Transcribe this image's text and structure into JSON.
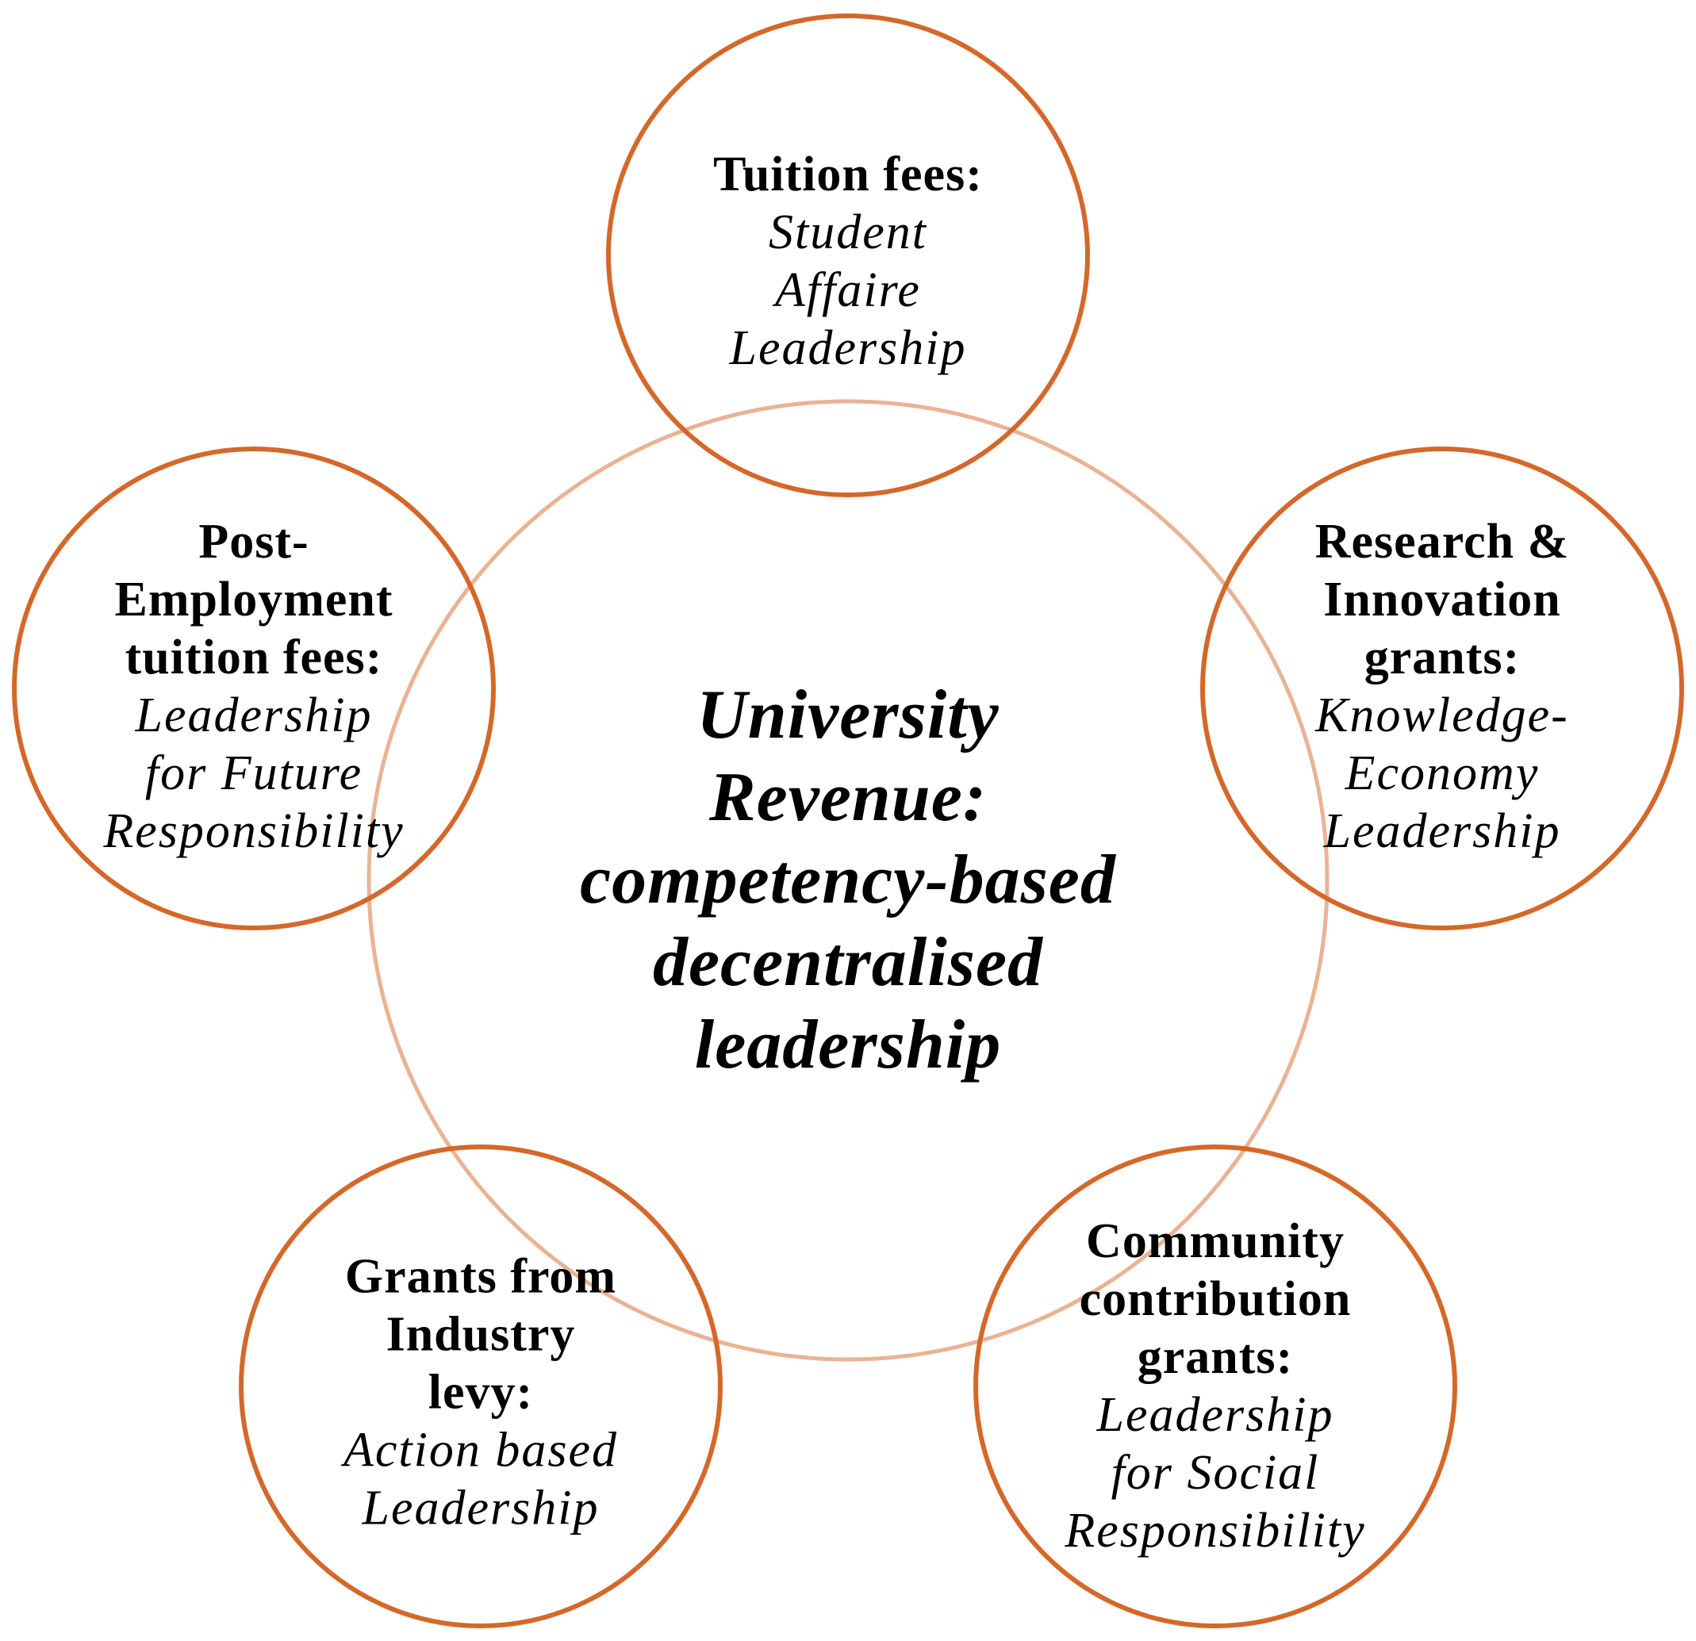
{
  "colors": {
    "circle_stroke": "#d4682a",
    "center_stroke": "#d4682a",
    "background": "#ffffff",
    "text": "#000000"
  },
  "center": {
    "lines": [
      "University",
      "Revenue:",
      "competency-based",
      "decentralised",
      "leadership"
    ]
  },
  "nodes": [
    {
      "id": "tuition-fees",
      "title_lines": [
        "Tuition fees:"
      ],
      "sub_lines": [
        "Student",
        "Affaire",
        "Leadership"
      ]
    },
    {
      "id": "research-innovation",
      "title_lines": [
        "Research &",
        "Innovation",
        "grants:"
      ],
      "sub_lines": [
        "Knowledge-",
        "Economy",
        "Leadership"
      ]
    },
    {
      "id": "community-contribution",
      "title_lines": [
        "Community",
        "contribution",
        "grants:"
      ],
      "sub_lines": [
        "Leadership",
        "for Social",
        "Responsibility"
      ]
    },
    {
      "id": "industry-levy",
      "title_lines": [
        "Grants from",
        "Industry",
        "levy:"
      ],
      "sub_lines": [
        "Action based",
        "Leadership"
      ]
    },
    {
      "id": "post-employment",
      "title_lines": [
        "Post-",
        "Employment",
        "tuition fees:"
      ],
      "sub_lines": [
        "Leadership",
        "for Future",
        "Responsibility"
      ]
    }
  ]
}
